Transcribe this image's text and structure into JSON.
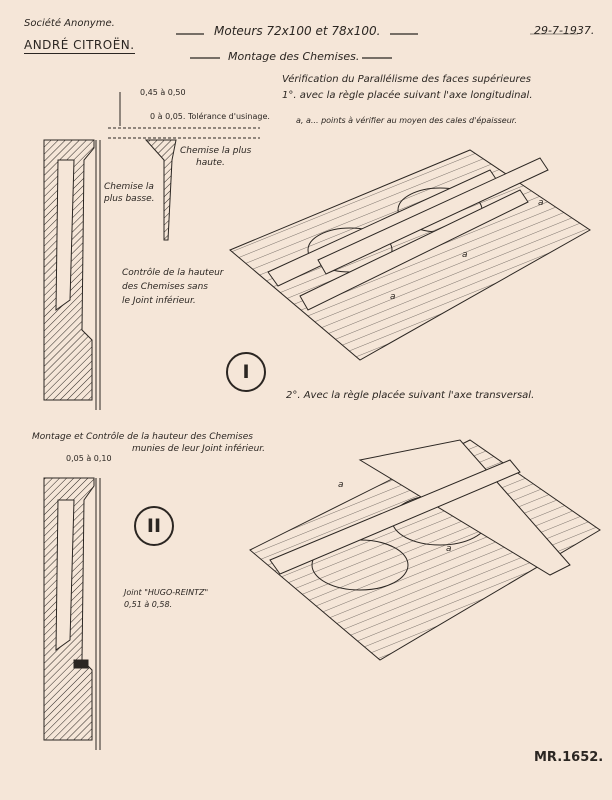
{
  "header": {
    "company_line1": "Société Anonyme.",
    "company_line2": "ANDRÉ CITROËN.",
    "title": "Moteurs 72x100 et 78x100.",
    "subtitle": "Montage des Chemises.",
    "date": "29-7-1937."
  },
  "section1": {
    "number": "I",
    "dim_top": "0,45 à 0,50",
    "tolerance": "0 à 0,05. Tolérance d'usinage.",
    "higher_label_1": "Chemise la plus",
    "higher_label_2": "haute.",
    "lower_label_1": "Chemise la",
    "lower_label_2": "plus basse.",
    "control_1": "Contrôle de la hauteur",
    "control_2": "des Chemises sans",
    "control_3": "le Joint inférieur.",
    "verif_1": "Vérification du Parallélisme des faces supérieures",
    "verif_2": "1°. avec la règle placée suivant l'axe longitudinal.",
    "verif_3": "a, a... points à vérifier au moyen des cales d'épaisseur.",
    "pt_a1": "a",
    "pt_a2": "a",
    "pt_a3": "a",
    "verif_4": "2°. Avec la règle placée suivant l'axe transversal."
  },
  "section2": {
    "number": "II",
    "heading_1": "Montage et Contrôle de la hauteur des Chemises",
    "heading_2": "munies de leur Joint inférieur.",
    "dim_top": "0,05 à 0,10",
    "joint_1": "Joint \"HUGO-REINTZ\"",
    "joint_2": "0,51 à 0,58.",
    "pt_a1": "a",
    "pt_a2": "a"
  },
  "footer": {
    "ref": "MR.1652."
  }
}
